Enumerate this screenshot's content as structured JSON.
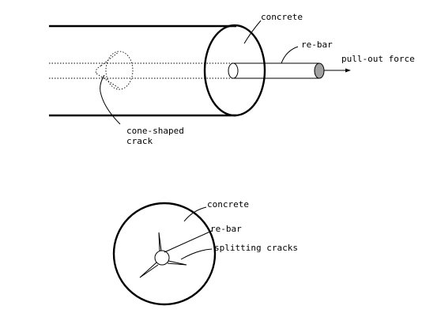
{
  "top_view": {
    "concrete_label": "concrete",
    "rebar_label": "re-bar",
    "force_label": "pull-out force",
    "crack_label_line1": "cone-shaped",
    "crack_label_line2": "crack"
  },
  "cross_section": {
    "concrete_label": "concrete",
    "rebar_label": "re-bar",
    "cracks_label": "splitting cracks"
  },
  "colors": {
    "line": "#000000",
    "rebar_end": "#a0a0a0",
    "background": "#ffffff"
  }
}
